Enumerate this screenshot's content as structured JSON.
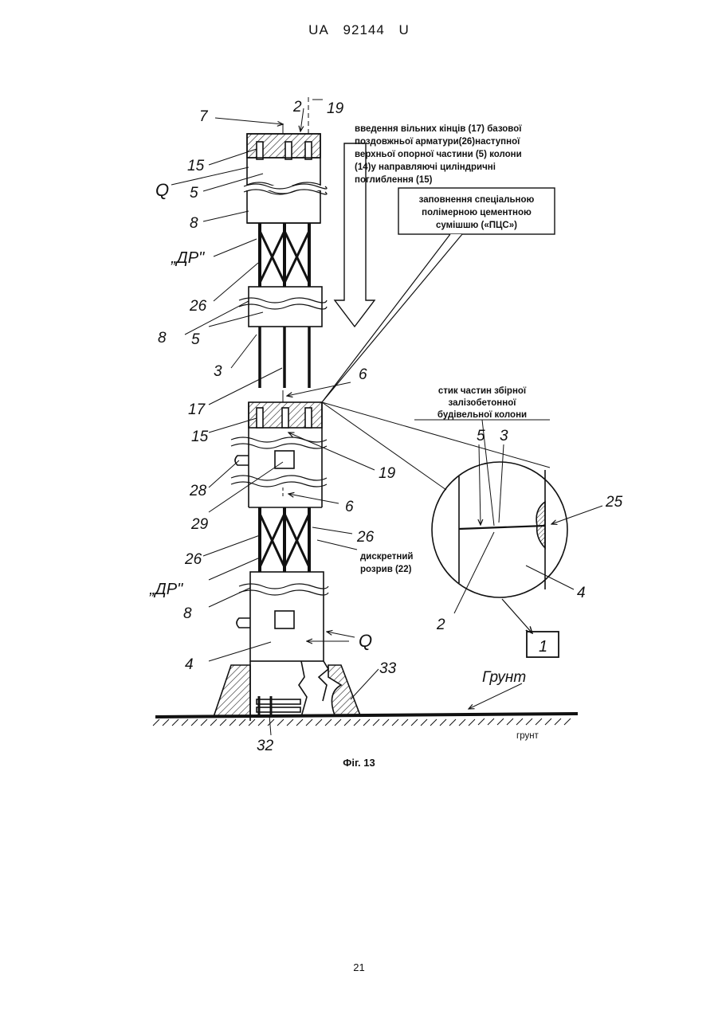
{
  "header": {
    "country": "UA",
    "number": "92144",
    "kind": "U"
  },
  "caption": "Фіг. 13",
  "page_number": "21",
  "annotations": {
    "insertion_note": [
      "введення вільних кінців (17) базової",
      "поздовжньої арматури(26)наступної",
      "верхньої опорної частини (5) колони",
      "(14)у направляючі циліндричні",
      "поглиблення (15)"
    ],
    "filling_note": [
      "заповнення спеціальною",
      "полімерною цементною",
      "сумішшю («ПЦС»)"
    ],
    "joint_note": [
      "стик частин збірної",
      "залізобетонної",
      "будівельної колони"
    ],
    "discrete_break": [
      "дискретний",
      "розрив (22)"
    ],
    "ground_handwritten": "Грунт",
    "ground_printed": "грунт"
  },
  "labels": {
    "l7": "7",
    "l2_top": "2",
    "l19_top": "19",
    "l15_top": "15",
    "lQ_top": "Q",
    "l5_top": "5",
    "l8_top": "8",
    "lDR_top": "„ДР\"",
    "l26_top": "26",
    "l8_mid": "8",
    "l5_mid": "5",
    "l3": "3",
    "l17": "17",
    "l6_top": "6",
    "l15_low": "15",
    "l19_low": "19",
    "l28": "28",
    "l29": "29",
    "l6_low": "6",
    "l26_low_right": "26",
    "l26_low_left": "26",
    "lDR_low": "„ДР\"",
    "l8_low": "8",
    "lQ_low": "Q",
    "l4": "4",
    "l33": "33",
    "l32": "32",
    "detail_5": "5",
    "detail_3": "3",
    "detail_25": "25",
    "detail_4": "4",
    "detail_2": "2",
    "detail_box": "1"
  }
}
